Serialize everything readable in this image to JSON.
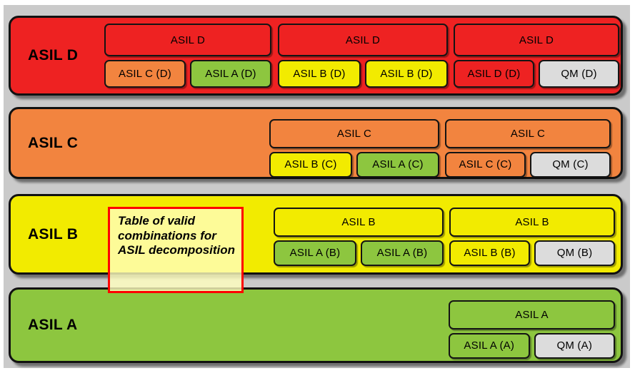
{
  "diagram": {
    "title": "Table of valid combinations for ASIL decomposition",
    "background_color": "#cacaca",
    "callout": {
      "text": "Table of valid combinations for ASIL decomposition",
      "border_color": "#ff0000",
      "fill_color": "#ffffbe"
    },
    "colors": {
      "asil_d": "#ee2222",
      "asil_c": "#f2843f",
      "asil_b": "#f2eb00",
      "asil_a": "#8dc63f",
      "qm": "#dcdcdc",
      "outline": "#141414"
    },
    "rows": [
      {
        "label": "ASIL D",
        "level": "D",
        "fill": "#ee2222",
        "groups": [
          {
            "parent": "ASIL D",
            "parent_fill": "#ee2222",
            "children": [
              {
                "label": "ASIL C (D)",
                "fill": "#f2843f"
              },
              {
                "label": "ASIL A (D)",
                "fill": "#8dc63f"
              }
            ]
          },
          {
            "parent": "ASIL D",
            "parent_fill": "#ee2222",
            "children": [
              {
                "label": "ASIL B (D)",
                "fill": "#f2eb00"
              },
              {
                "label": "ASIL B (D)",
                "fill": "#f2eb00"
              }
            ]
          },
          {
            "parent": "ASIL D",
            "parent_fill": "#ee2222",
            "children": [
              {
                "label": "ASIL D (D)",
                "fill": "#ee2222"
              },
              {
                "label": "QM (D)",
                "fill": "#dcdcdc"
              }
            ]
          }
        ]
      },
      {
        "label": "ASIL C",
        "level": "C",
        "fill": "#f2843f",
        "groups": [
          {
            "parent": "ASIL C",
            "parent_fill": "#f2843f",
            "children": [
              {
                "label": "ASIL B (C)",
                "fill": "#f2eb00"
              },
              {
                "label": "ASIL A (C)",
                "fill": "#8dc63f"
              }
            ]
          },
          {
            "parent": "ASIL C",
            "parent_fill": "#f2843f",
            "children": [
              {
                "label": "ASIL C (C)",
                "fill": "#f2843f"
              },
              {
                "label": "QM (C)",
                "fill": "#dcdcdc"
              }
            ]
          }
        ]
      },
      {
        "label": "ASIL B",
        "level": "B",
        "fill": "#f2eb00",
        "groups": [
          {
            "parent": "ASIL B",
            "parent_fill": "#f2eb00",
            "children": [
              {
                "label": "ASIL A (B)",
                "fill": "#8dc63f"
              },
              {
                "label": "ASIL A (B)",
                "fill": "#8dc63f"
              }
            ]
          },
          {
            "parent": "ASIL B",
            "parent_fill": "#f2eb00",
            "children": [
              {
                "label": "ASIL B (B)",
                "fill": "#f2eb00"
              },
              {
                "label": "QM (B)",
                "fill": "#dcdcdc"
              }
            ]
          }
        ]
      },
      {
        "label": "ASIL A",
        "level": "A",
        "fill": "#8dc63f",
        "groups": [
          {
            "parent": "ASIL A",
            "parent_fill": "#8dc63f",
            "children": [
              {
                "label": "ASIL A (A)",
                "fill": "#8dc63f"
              },
              {
                "label": "QM (A)",
                "fill": "#dcdcdc"
              }
            ]
          }
        ]
      }
    ]
  }
}
